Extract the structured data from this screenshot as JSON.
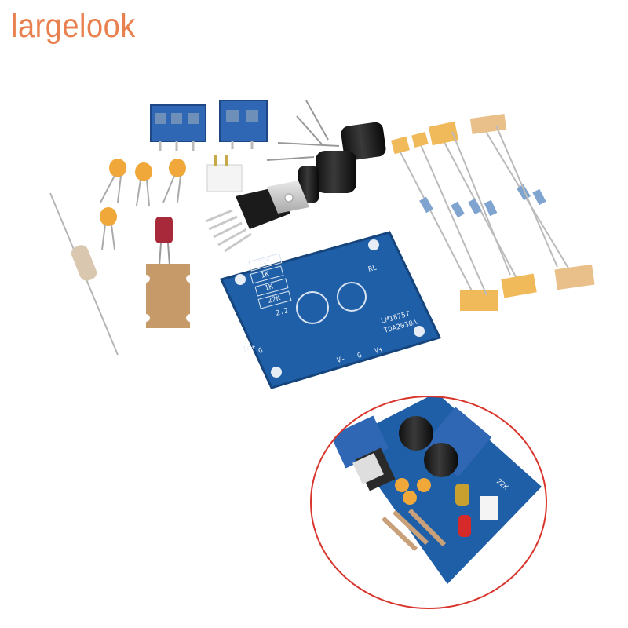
{
  "brand": {
    "watermark": "largelook",
    "color": "#e8814f"
  },
  "board": {
    "silkscreen_labels": [
      "22K",
      "1K",
      "1K",
      "22K",
      "2.2",
      "LM1875T",
      "TDA2030A",
      "In+",
      "G",
      "V-",
      "G",
      "V+",
      "RL"
    ],
    "color": "#1f5fa8"
  },
  "assembled_board": {
    "label": "22K"
  },
  "colors": {
    "terminal_blue": "#2f67b5",
    "capacitor_orange": "#f0a83a",
    "tape_orange": "#f0b95a",
    "inset_ring": "#d8362d"
  }
}
